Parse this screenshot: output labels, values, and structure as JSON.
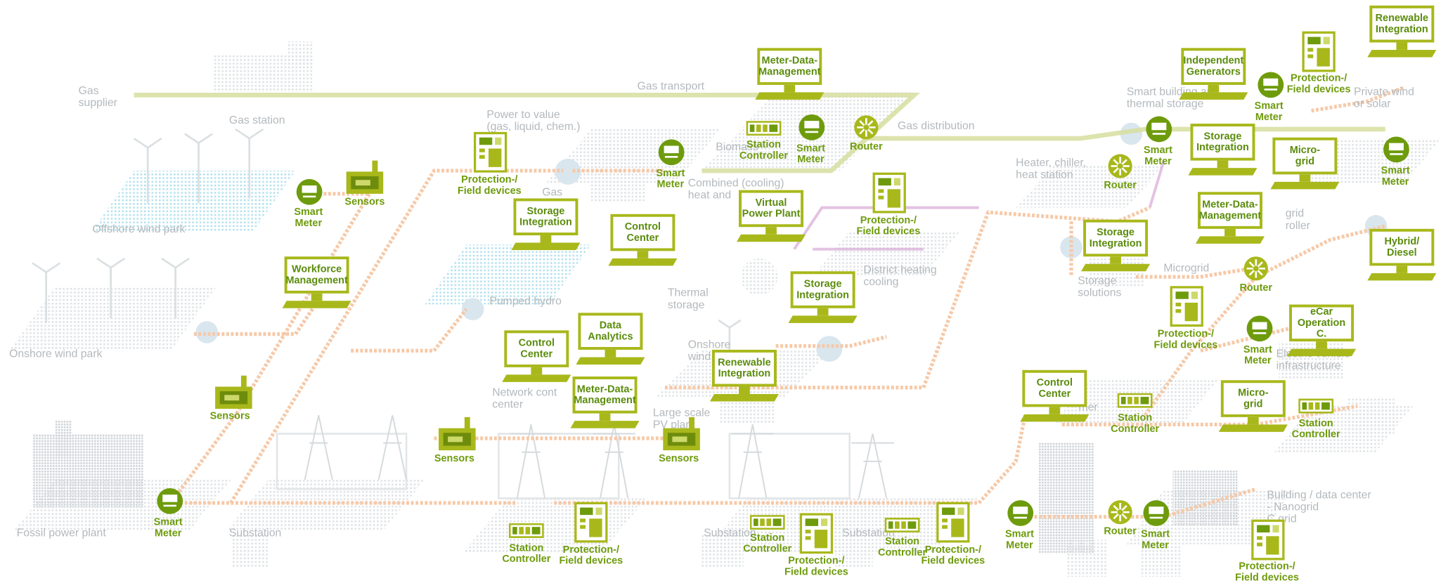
{
  "colors": {
    "accent": "#a8b81b",
    "accent_dark": "#6e9b0c",
    "gray_text": "#b4b9bd",
    "power_line": "#f6c9a8",
    "gas_line": "#d6de9e",
    "heat_line": "#d8a8d6"
  },
  "background_labels": [
    "Gas\nsupplier",
    "Gas station",
    "Gas transport",
    "Offshore wind park",
    "Onshore wind park",
    "Fossil power plant",
    "Substation",
    "Power to value\n(gas, liquid, chem.)",
    "Gas",
    "Combined (cooling)\nheat and",
    "Gas distribution",
    "Biomass",
    "Pumped hydro",
    "Thermal\nstorage",
    "District heating\ncooling",
    "Onshore\nwind",
    "Network cont\ncenter",
    "Large scale\nPV plant",
    "Substation",
    "Substation",
    "Heater, chiller,\nheat station",
    "Smart building and\nthermal storage",
    "Private wind\nor solar",
    "Microgrid",
    "Storage\nsolutions",
    "Electric vehicle\ninfrastructure",
    "Building / data center\n- Nanogrid\nC grid",
    "grid\nroller",
    "mer"
  ],
  "monitors": [
    "Meter-Data-\nManagement",
    "Workforce\nManagement",
    "Storage\nIntegration",
    "Control\nCenter",
    "Virtual\nPower Plant",
    "Storage\nIntegration",
    "Control\nCenter",
    "Data\nAnalytics",
    "Renewable\nIntegration",
    "Meter-Data-\nManagement",
    "Storage\nIntegration",
    "Independent\nGenerators",
    "Storage\nIntegration",
    "Micro-\ngrid",
    "Meter-Data-\nManagement",
    "Renewable\nIntegration",
    "Hybrid/\nDiesel",
    "eCar\nOperation C.",
    "Control\nCenter",
    "Micro-\ngrid"
  ],
  "device_labels": {
    "smart_meter": "Smart\nMeter",
    "sensors": "Sensors",
    "protection": "Protection-/\nField devices",
    "station_controller": "Station\nController",
    "router": "Router"
  }
}
